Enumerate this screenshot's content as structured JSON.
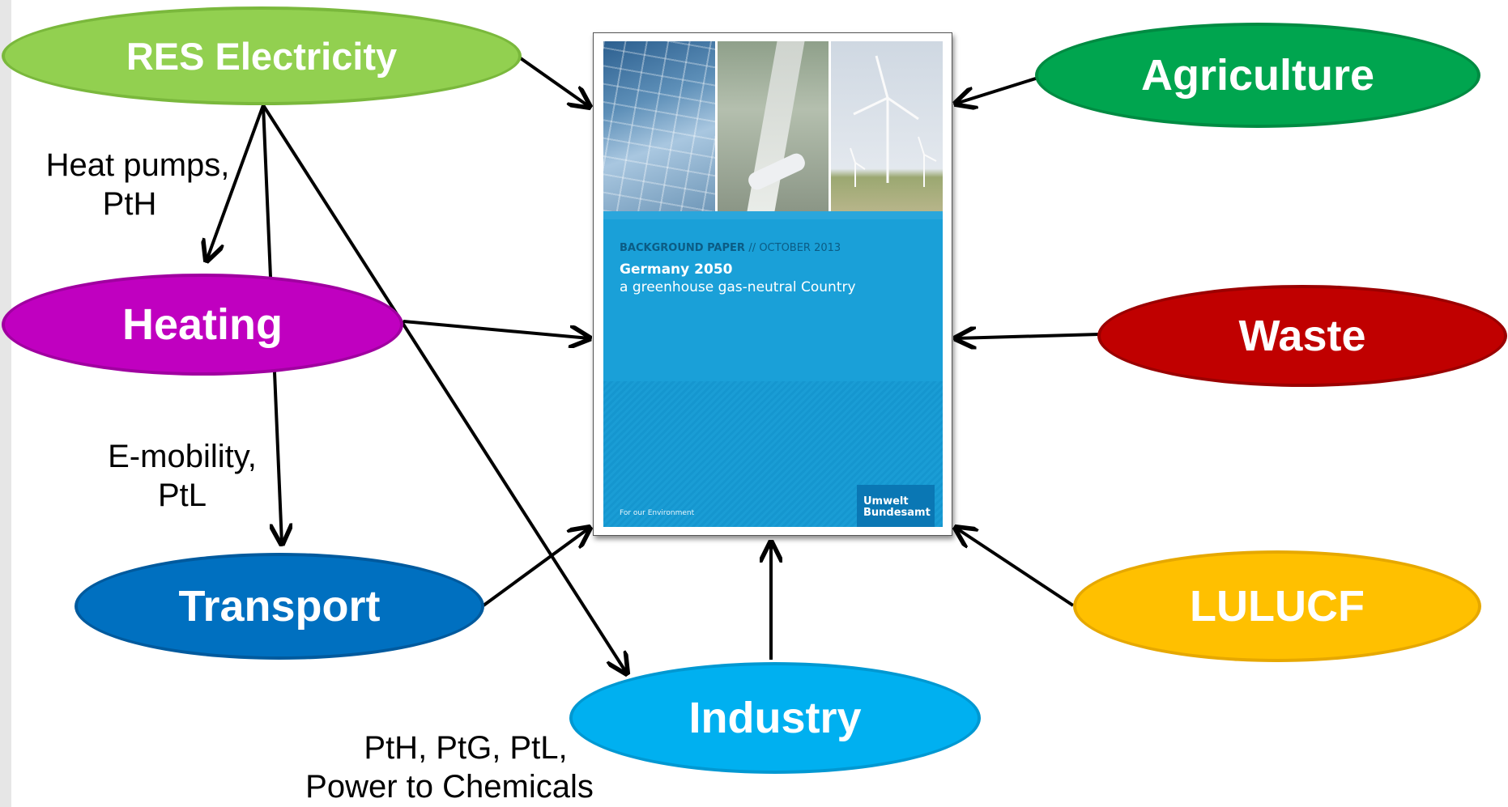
{
  "nodes": {
    "res": "RES Electricity",
    "agriculture": "Agriculture",
    "heating": "Heating",
    "waste": "Waste",
    "transport": "Transport",
    "lulucf": "LULUCF",
    "industry": "Industry"
  },
  "edge_labels": {
    "heat_pumps": [
      "Heat pumps,",
      "PtH"
    ],
    "emobility": [
      "E-mobility,",
      "PtL"
    ],
    "industry": [
      "PtH, PtG, PtL,",
      "Power to Chemicals"
    ]
  },
  "document": {
    "kicker": "BACKGROUND PAPER",
    "date": "// OCTOBER 2013",
    "title": "Germany 2050",
    "subtitle": "a greenhouse gas-neutral Country",
    "footer": "For our Environment",
    "logo": [
      "Umwelt",
      "Bundesamt"
    ]
  },
  "colors": {
    "res": "#92d050",
    "agriculture": "#00a54f",
    "heating": "#c000c0",
    "waste": "#c00000",
    "transport": "#0070c0",
    "lulucf": "#ffc000",
    "industry": "#00b0f0",
    "document_blue": "#1aa0d8"
  },
  "icons": [
    "solar-panel-photo",
    "highway-train-photo",
    "wind-turbine-photo"
  ]
}
